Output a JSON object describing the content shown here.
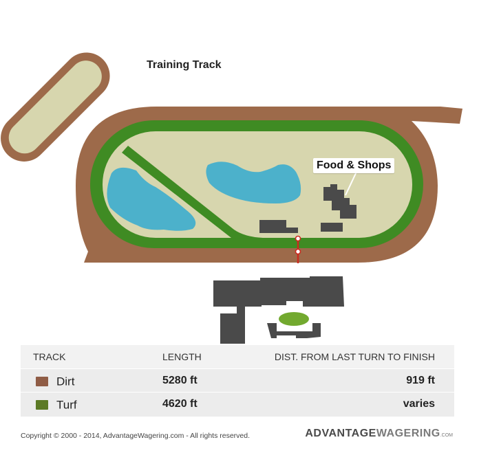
{
  "map": {
    "training_track_label": "Training Track",
    "food_shops_label": "Food & Shops",
    "colors": {
      "dirt": "#9d6a4a",
      "turf": "#3f8b23",
      "infield": "#d7d6ae",
      "water": "#4cb1cb",
      "building": "#4a4a4a",
      "finish_line": "#cc2a1f"
    }
  },
  "legend": {
    "headers": {
      "track": "TRACK",
      "length": "LENGTH",
      "dist": "DIST. FROM LAST TURN TO FINISH"
    },
    "rows": [
      {
        "name": "Dirt",
        "color": "#8f5c45",
        "length": "5280 ft",
        "dist": "919 ft"
      },
      {
        "name": "Turf",
        "color": "#5c7a25",
        "length": "4620 ft",
        "dist": "varies"
      }
    ]
  },
  "footer": {
    "copyright": "Copyright © 2000 - 2014, AdvantageWagering.com - All rights reserved.",
    "logo_part1": "ADVANTAGE",
    "logo_part2": "WAGERING",
    "logo_part3": ".COM"
  }
}
